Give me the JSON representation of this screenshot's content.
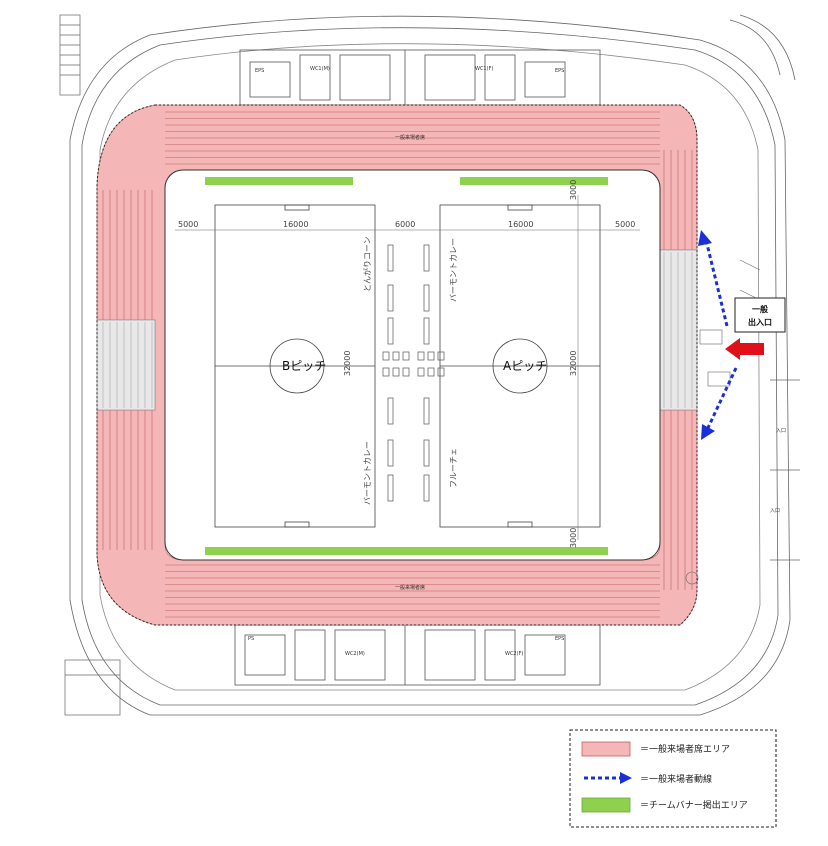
{
  "pitches": {
    "b_label": "Bピッチ",
    "a_label": "Aピッチ"
  },
  "dimensions": {
    "left_margin": "5000",
    "b_width": "16000",
    "center_gap": "6000",
    "a_width": "16000",
    "right_margin": "5000",
    "pitch_length": "32000",
    "end_margin": "3000"
  },
  "court_labels": {
    "tongari_corn": "とんがりコーン",
    "vermont_curry_top": "バーモントカレー",
    "vermont_curry_bottom": "バーモントカレー",
    "fruche": "フルーチェ"
  },
  "tiny_labels": {
    "seat_area_top": "一般来場者席",
    "seat_area_bottom": "一般来場者席",
    "wc1": "WC1(F)",
    "wc2": "WC2(F)",
    "wc1m": "WC1(M)",
    "wc2m": "WC2(M)",
    "eps": "EPS",
    "ps": "PS",
    "entrance_small": "入口"
  },
  "entrance": {
    "line1": "一般",
    "line2": "出入口"
  },
  "legend": {
    "seat_area": "＝一般来場者席エリア",
    "flow_line": "＝一般来場者動線",
    "banner_area": "＝チームバナー掲出エリア"
  },
  "colors": {
    "seat_fill": "#f4b6b6",
    "seat_stroke": "#c06060",
    "banner_green": "#8fd14f",
    "flow_blue": "#1a2fd6",
    "arrow_red": "#e0101a",
    "line_gray": "#555555"
  }
}
